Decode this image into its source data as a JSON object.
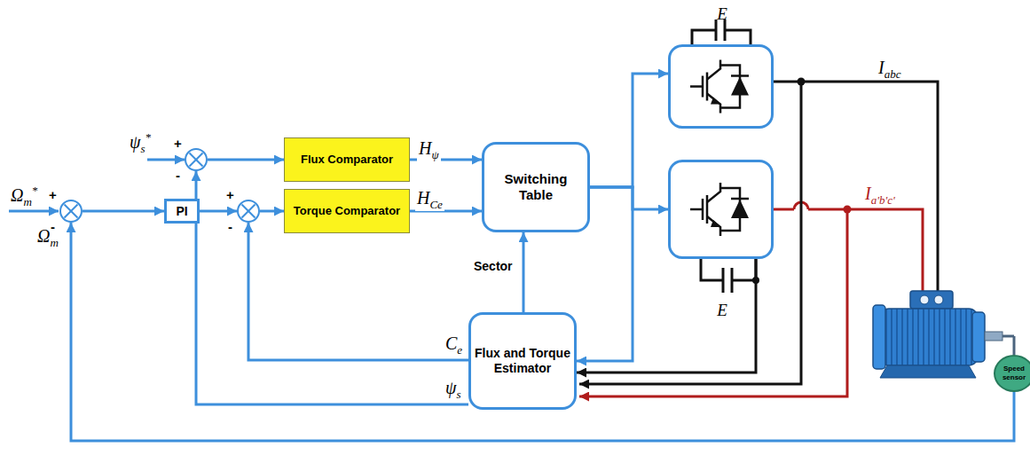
{
  "diagram": {
    "nodes": [
      {
        "text": [
          "+",
          "-"
        ]
      },
      {
        "text": [
          "Flux Comparator"
        ]
      },
      {
        "text": [
          "+",
          "-"
        ]
      },
      {
        "text": [
          "PI"
        ]
      },
      {
        "text": [
          "+",
          "-"
        ]
      },
      {
        "text": [
          "Torque Comparator"
        ]
      },
      {
        "text": [
          "Switching Table"
        ]
      },
      {
        "text": [
          "E"
        ]
      },
      {
        "text": [
          "E"
        ]
      },
      {
        "text": [
          "Flux and Torque Estimator"
        ]
      },
      {
        "text": [
          "Speed sensor"
        ]
      }
    ],
    "edges": [
      {
        "from": 0,
        "to": 1,
        "arrow": "to"
      },
      {
        "from": 1,
        "to": 6,
        "arrow": "to",
        "label": "Hψ"
      },
      {
        "from": 2,
        "to": 3,
        "arrow": "to"
      },
      {
        "from": 3,
        "to": 4,
        "arrow": "to"
      },
      {
        "from": 4,
        "to": 5,
        "arrow": "to"
      },
      {
        "from": 5,
        "to": 6,
        "arrow": "to",
        "label": "HCe"
      },
      {
        "from": 6,
        "to": 7,
        "arrow": "to"
      },
      {
        "from": 6,
        "to": 8,
        "arrow": "to"
      },
      {
        "from": 6,
        "to": 9,
        "arrow": "to"
      },
      {
        "from": 9,
        "to": 6,
        "arrow": "to",
        "label": "Sector"
      },
      {
        "from": 9,
        "to": 4,
        "arrow": "to",
        "label": "Ce"
      },
      {
        "from": 9,
        "to": 0,
        "arrow": "to",
        "label": "ψs"
      },
      {
        "from": 8,
        "to": 9,
        "arrow": "to"
      },
      {
        "from": 10,
        "to": 2,
        "arrow": "to"
      }
    ],
    "labels": [
      "ψs*",
      "Ωm*",
      "Ωm",
      "Iabc",
      "Ia'b'c'"
    ]
  }
}
